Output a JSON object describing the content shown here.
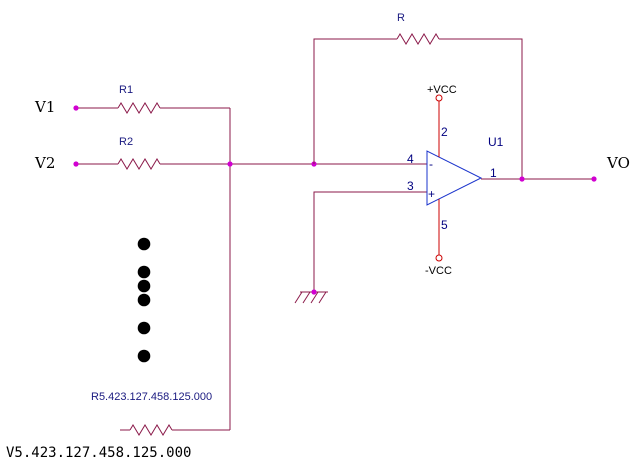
{
  "inputs": {
    "v1": "V1",
    "v2": "V2",
    "vn": "V5.423.127.458.125.000"
  },
  "resistors": {
    "r1": "R1",
    "r2": "R2",
    "rn": "R5.423.127.458.125.000",
    "rf": "R"
  },
  "opamp": {
    "ref": "U1",
    "pin_inv": "4",
    "pin_noninv": "3",
    "pin_out": "1",
    "pin_vplus": "2",
    "pin_vminus": "5",
    "sign_minus": "-",
    "sign_plus": "+"
  },
  "supply": {
    "pos": "+VCC",
    "neg": "-VCC"
  },
  "output": {
    "label": "VO"
  },
  "colors": {
    "wire": "#8b1a4a",
    "supply_wire": "#cc0000",
    "opamp_outline": "#1a33cc",
    "junction": "#d100d1"
  }
}
